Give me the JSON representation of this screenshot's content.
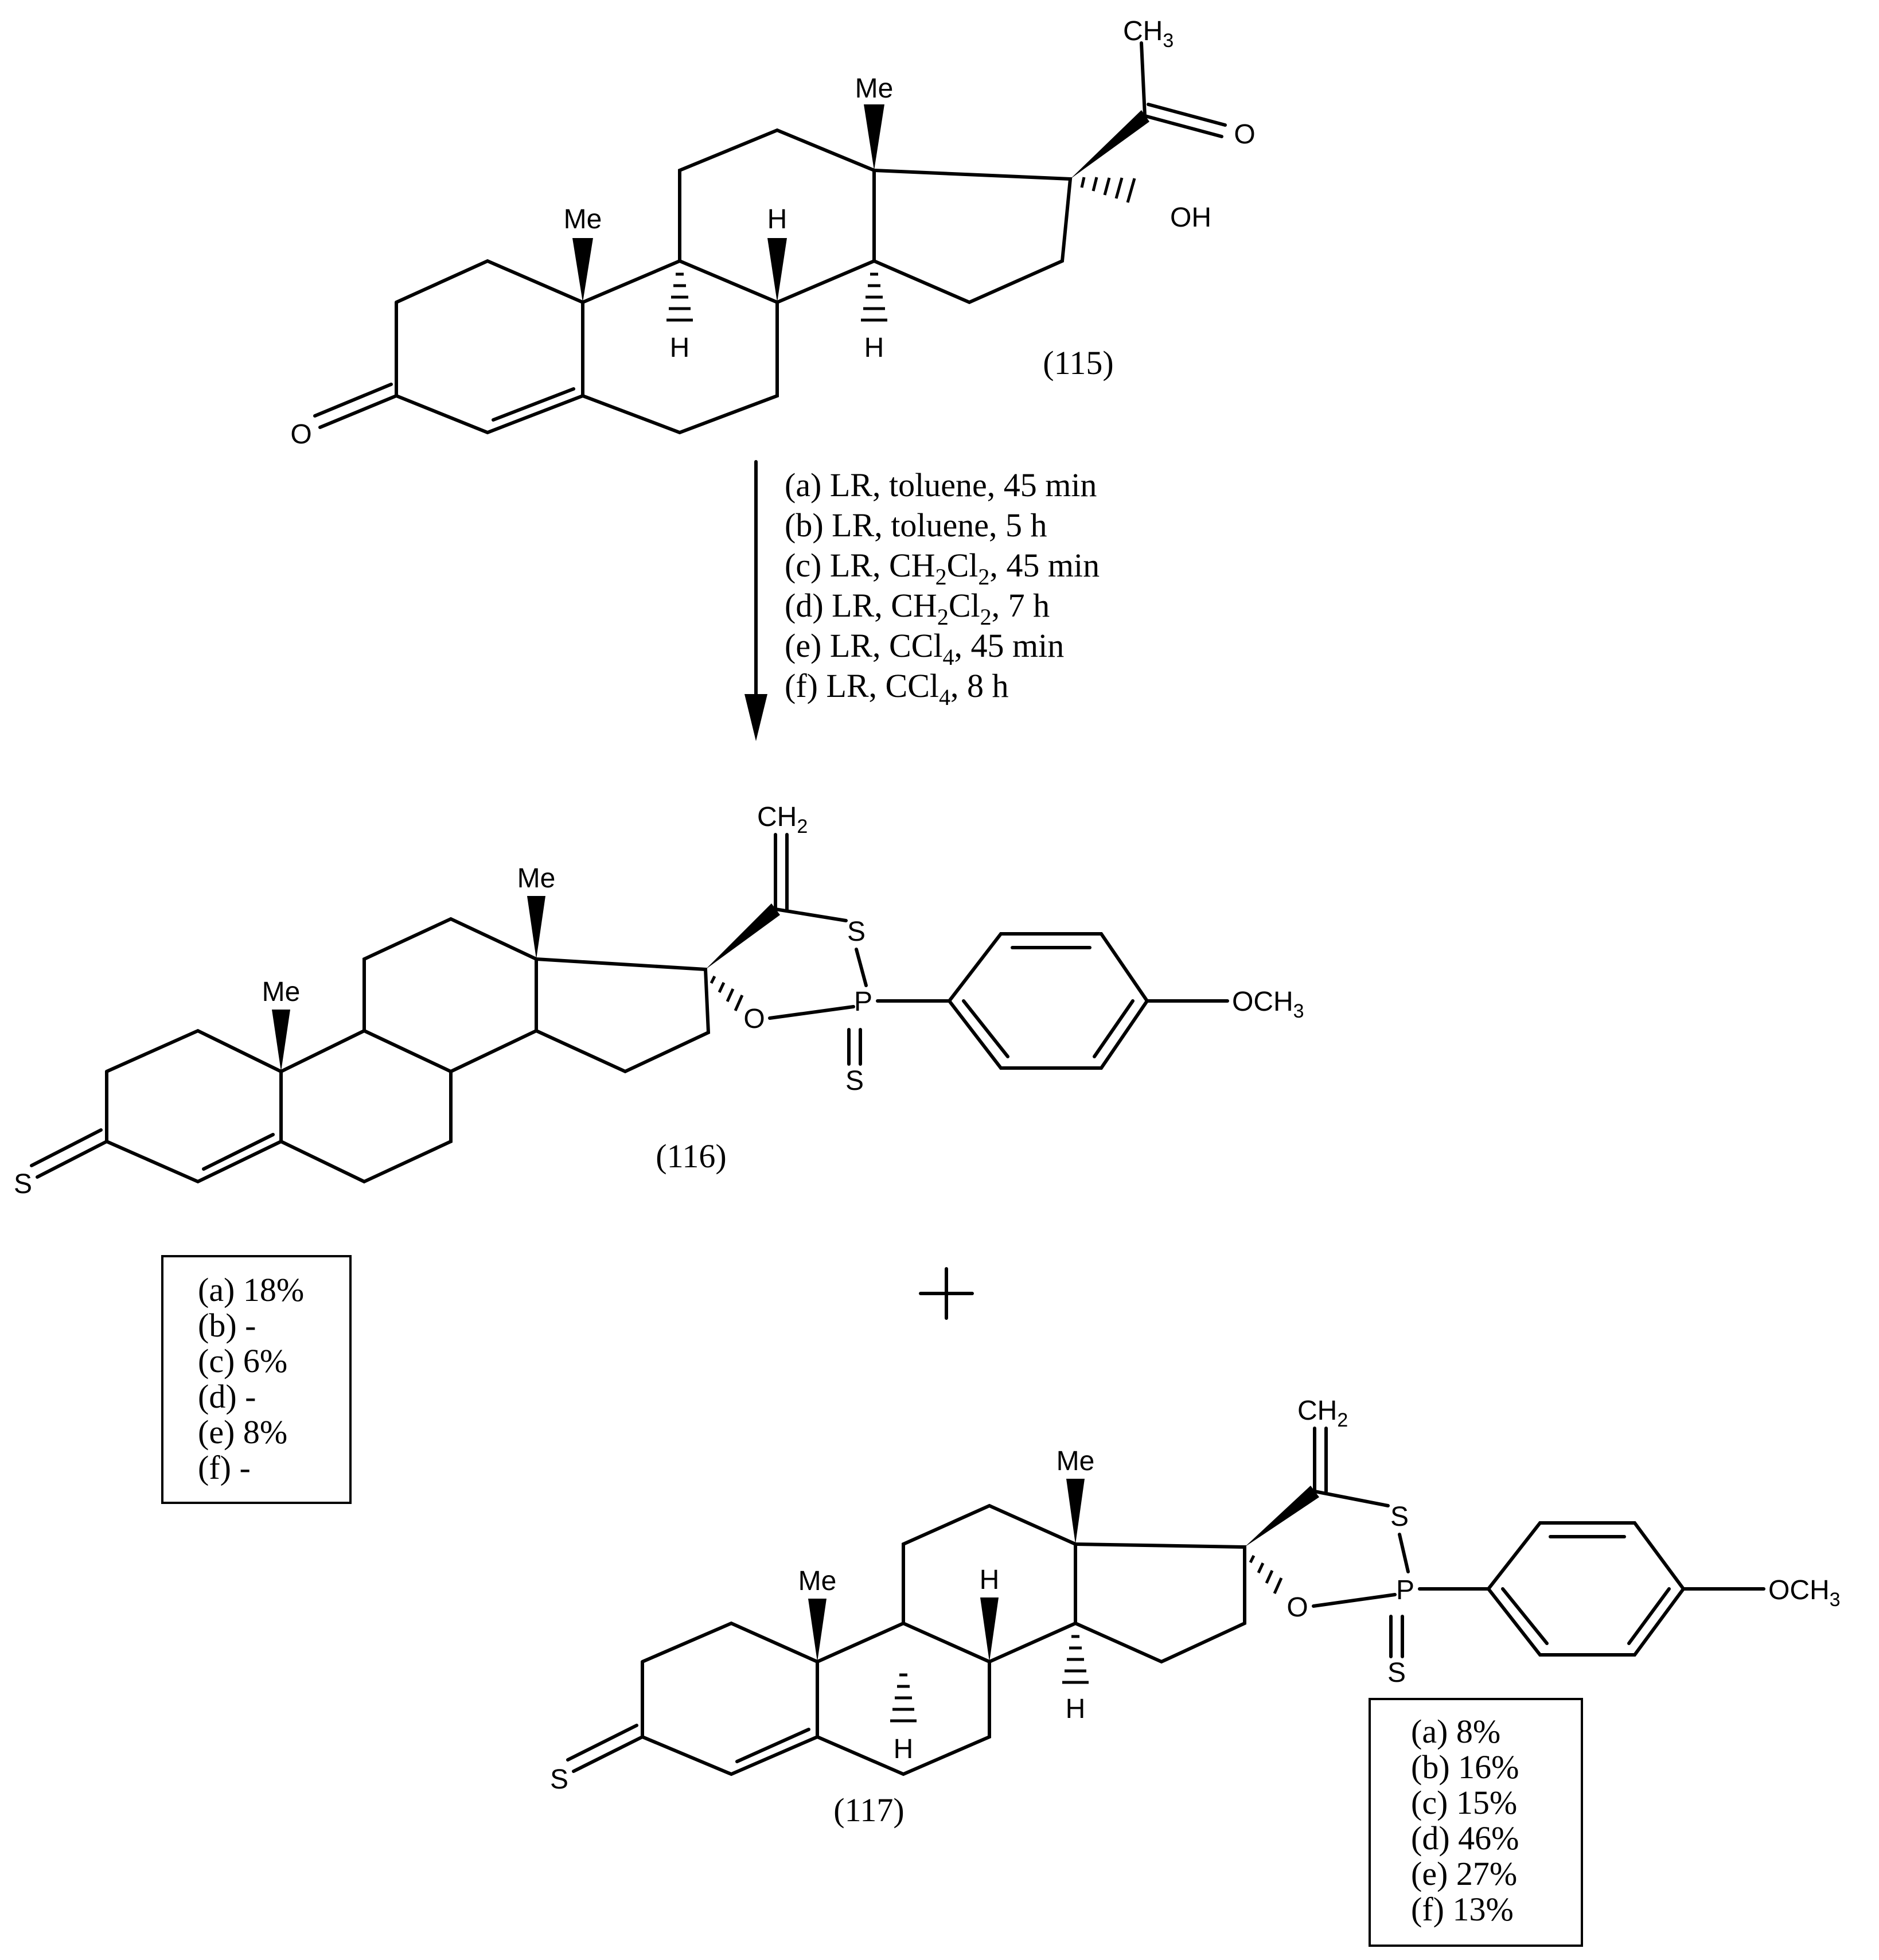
{
  "compounds": {
    "c115": {
      "label": "(115)",
      "me_top": "Me",
      "me_left": "Me",
      "h_top": "H",
      "h_a": "H",
      "h_b": "H",
      "carbonyl_o": "O",
      "ketone_o": "O",
      "oh": "OH",
      "methyl": "CH",
      "methyl_sub": "3"
    },
    "c116": {
      "label": "(116)",
      "me_top": "Me",
      "me_left": "Me",
      "thione_s": "S",
      "ring_s": "S",
      "ring_o": "O",
      "p": "P",
      "ps": "S",
      "methylene": "CH",
      "methylene_sub": "2",
      "methoxy": "OCH",
      "methoxy_sub": "3"
    },
    "c117": {
      "label": "(117)",
      "me_top": "Me",
      "me_left": "Me",
      "h_top": "H",
      "h_a": "H",
      "h_b": "H",
      "thione_s": "S",
      "ring_s": "S",
      "ring_o": "O",
      "p": "P",
      "ps": "S",
      "methylene": "CH",
      "methylene_sub": "2",
      "methoxy": "OCH",
      "methoxy_sub": "3"
    }
  },
  "conditions": {
    "a": "(a) LR, toluene, 45 min",
    "b": "(b) LR, toluene, 5 h",
    "c_pre": "(c) LR, CH",
    "c_sub1": "2",
    "c_mid": "Cl",
    "c_sub2": "2",
    "c_post": ", 45 min",
    "d_pre": "(d) LR, CH",
    "d_sub1": "2",
    "d_mid": "Cl",
    "d_sub2": "2",
    "d_post": ", 7 h",
    "e_pre": "(e) LR, CCl",
    "e_sub": "4",
    "e_post": ", 45 min",
    "f_pre": "(f) LR, CCl",
    "f_sub": "4",
    "f_post": ", 8 h"
  },
  "plus": "+",
  "yields_116": [
    "(a) 18%",
    "(b) -",
    "(c) 6%",
    "(d) -",
    "(e) 8%",
    "(f) -"
  ],
  "yields_117": [
    "(a) 8%",
    "(b) 16%",
    "(c) 15%",
    "(d) 46%",
    "(e) 27%",
    "(f) 13%"
  ]
}
